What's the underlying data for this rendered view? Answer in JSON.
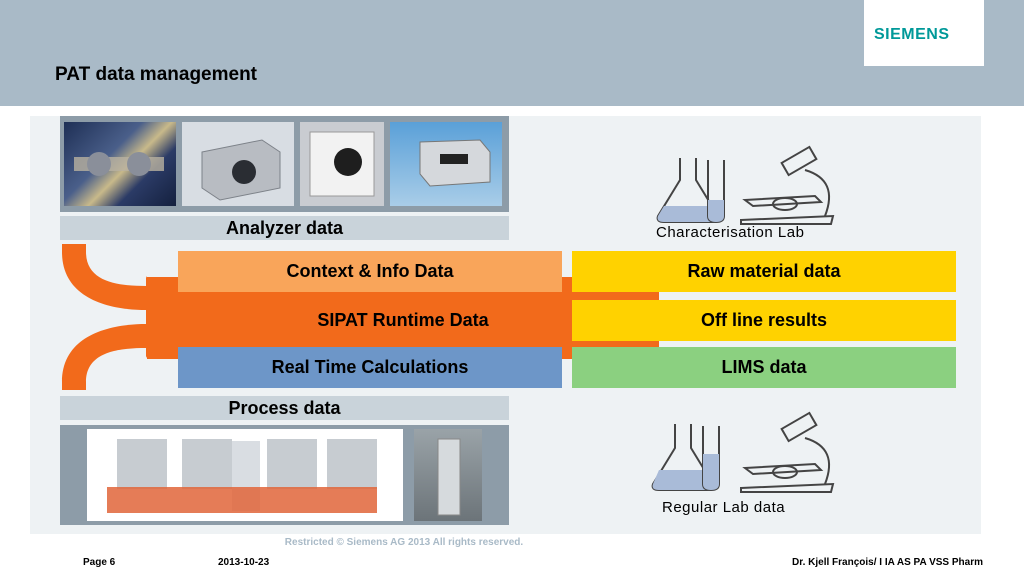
{
  "header": {
    "title": "PAT data management",
    "logo": "SIEMENS"
  },
  "rows": {
    "analyzer": "Analyzer data",
    "process": "Process data"
  },
  "boxes": {
    "context": "Context & Info Data",
    "sipat": "SIPAT Runtime Data",
    "rtc": "Real Time Calculations",
    "raw": "Raw material data",
    "offline": "Off line results",
    "lims": "LIMS data"
  },
  "labs": {
    "characterisation": "Characterisation Lab",
    "regular": "Regular Lab data"
  },
  "footer": {
    "restricted": "Restricted © Siemens AG 2013 All rights reserved.",
    "page": "Page 6",
    "date": "2013-10-23",
    "author": "Dr. Kjell François/ I IA AS PA VSS Pharm"
  },
  "colors": {
    "header_bg": "#a9bac7",
    "brand": "#009999",
    "orange": "#f26a1b",
    "context": "#f9a55a",
    "rtc": "#6d96c8",
    "yellow": "#ffd200",
    "green": "#8bd080"
  },
  "icons": [
    "flask-icon",
    "microscope-icon",
    "analyzer-photo",
    "bioreactor-photo"
  ]
}
